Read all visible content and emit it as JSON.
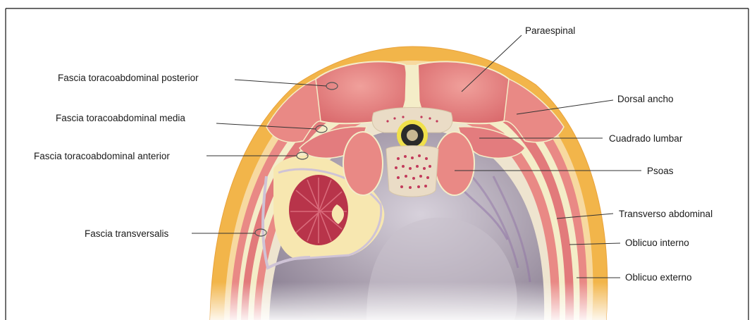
{
  "labels": {
    "paraespinal": "Paraespinal",
    "fascia_posterior": "Fascia toracoabdominal posterior",
    "dorsal_ancho": "Dorsal ancho",
    "fascia_media": "Fascia toracoabdominal media",
    "cuadrado_lumbar": "Cuadrado lumbar",
    "fascia_anterior": "Fascia toracoabdominal anterior",
    "psoas": "Psoas",
    "transverso_abdominal": "Transverso abdominal",
    "fascia_transversalis": "Fascia transversalis",
    "oblicuo_interno": "Oblicuo interno",
    "oblicuo_externo": "Oblicuo externo"
  },
  "colors": {
    "frame": "#111111",
    "fat": "#f2b54a",
    "muscle": "#e98985",
    "muscle_dark": "#c85e63",
    "fascia": "#f4edc8",
    "bone": "#eadcc6",
    "kidney": "#b8344a",
    "viscera": "#a79aa8",
    "leader": "#333333"
  }
}
